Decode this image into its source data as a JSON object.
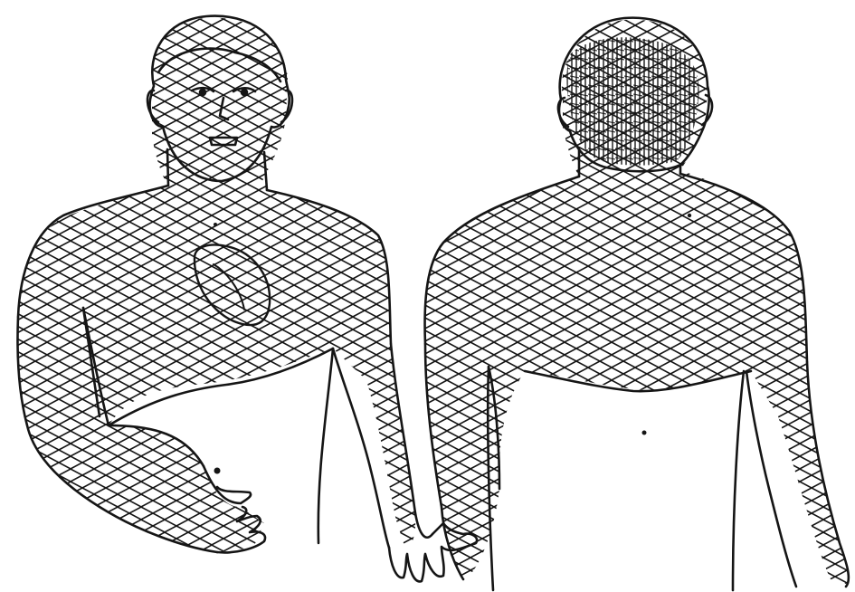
{
  "figure": {
    "background_color": "#ffffff",
    "ink_color": "#151515",
    "hatch_style": "diagonal cross-hatch",
    "views": [
      {
        "id": "front",
        "hatched_regions": [
          "head",
          "neck",
          "chest",
          "upper-abdomen",
          "right-arm",
          "left-arm"
        ],
        "marked_area": "chest-oval"
      },
      {
        "id": "back",
        "hatched_regions": [
          "head",
          "neck",
          "upper-back",
          "right-arm",
          "left-arm"
        ]
      }
    ]
  }
}
